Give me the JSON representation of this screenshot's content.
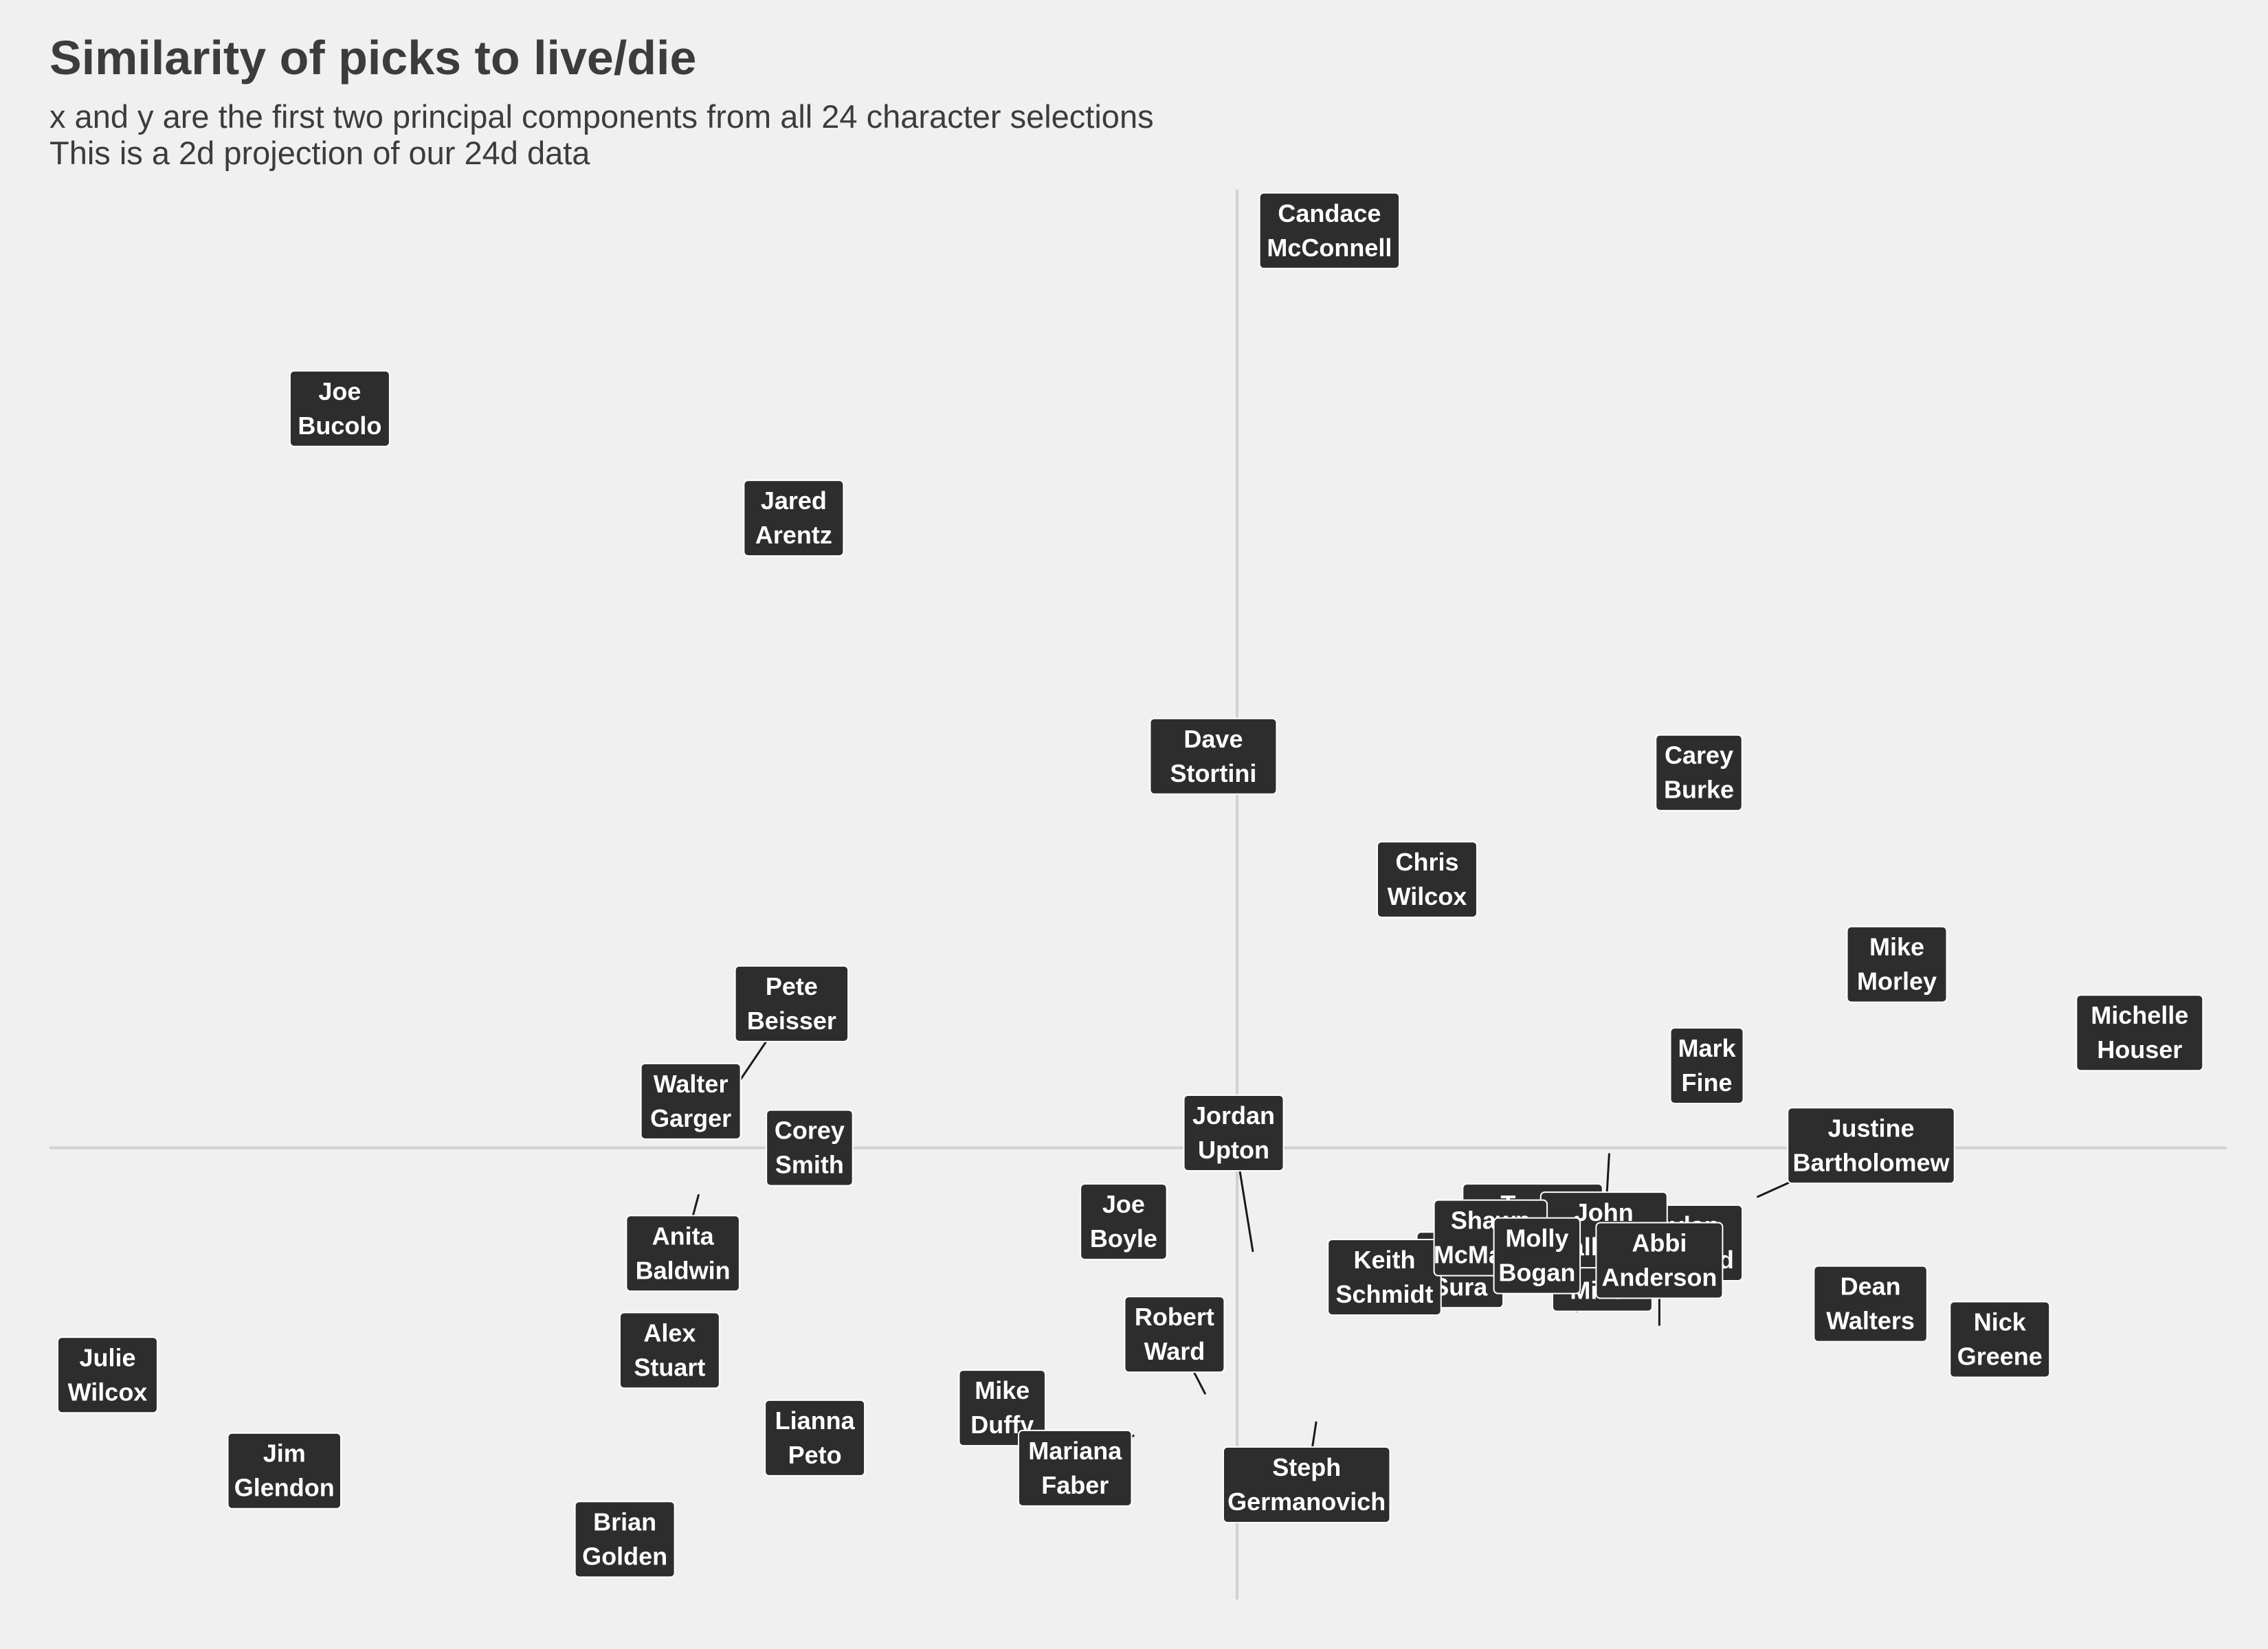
{
  "title": "Similarity of picks to live/die",
  "subtitle": [
    "x and y are the first two principal components from all 24 character selections",
    "This is a 2d projection of our 24d data"
  ],
  "colors": {
    "background": "#f0f0f0",
    "label_fill": "#2d2d2d",
    "label_text": "#ffffff",
    "zero_lines": "#d2d2d2"
  },
  "chart_data": {
    "type": "scatter",
    "title": "Similarity of picks to live/die",
    "xlabel": "",
    "ylabel": "",
    "xlim": [
      -4.5,
      3.75
    ],
    "ylim": [
      -1.65,
      3.5
    ],
    "zero_lines": true,
    "grid": false,
    "points": [
      {
        "name": "Candace McConnell",
        "x": 0.35,
        "y": 3.35
      },
      {
        "name": "Joe Bucolo",
        "x": -3.4,
        "y": 2.7
      },
      {
        "name": "Jared Arentz",
        "x": -1.68,
        "y": 2.3
      },
      {
        "name": "Dave Stortini",
        "x": -0.09,
        "y": 1.43
      },
      {
        "name": "Carey Burke",
        "x": 1.75,
        "y": 1.37
      },
      {
        "name": "Chris Wilcox",
        "x": 0.72,
        "y": 0.98
      },
      {
        "name": "Mike Morley",
        "x": 2.5,
        "y": 0.67
      },
      {
        "name": "Michelle Houser",
        "x": 3.42,
        "y": 0.42
      },
      {
        "name": "Mark Fine",
        "x": 1.78,
        "y": 0.3
      },
      {
        "name": "Pete Beisser",
        "x": -1.93,
        "y": 0.18
      },
      {
        "name": "Walter Garger",
        "x": -2.07,
        "y": 0.17
      },
      {
        "name": "Corey Smith",
        "x": -1.62,
        "y": 0.0
      },
      {
        "name": "Jordan Upton",
        "x": 0.06,
        "y": -0.38
      },
      {
        "name": "Brian Miller",
        "x": 1.41,
        "y": -0.02
      },
      {
        "name": "Silpa Sura",
        "x": 0.98,
        "y": -0.19
      },
      {
        "name": "Justine Bartholomew",
        "x": 1.97,
        "y": -0.18
      },
      {
        "name": "Joe Boyle",
        "x": -0.43,
        "y": -0.27
      },
      {
        "name": "Anita Baldwin",
        "x": -2.04,
        "y": -0.17
      },
      {
        "name": "Dylan Seybold",
        "x": 1.7,
        "y": -0.36
      },
      {
        "name": "Keith Schmidt",
        "x": 0.72,
        "y": -0.38
      },
      {
        "name": "Taras Nabuhtony",
        "x": 1.12,
        "y": -0.27
      },
      {
        "name": "John Callahan",
        "x": 1.39,
        "y": -0.3
      },
      {
        "name": "Dean Walters",
        "x": 2.4,
        "y": -0.57
      },
      {
        "name": "Nick Greene",
        "x": 2.89,
        "y": -0.7
      },
      {
        "name": "Julie Wilcox",
        "x": -4.28,
        "y": -0.83
      },
      {
        "name": "Alex Stuart",
        "x": -2.15,
        "y": -0.74
      },
      {
        "name": "Robert Ward",
        "x": -0.12,
        "y": -0.9
      },
      {
        "name": "Shawn McMahon",
        "x": 0.76,
        "y": -0.58
      },
      {
        "name": "Molly Bogan",
        "x": 1.29,
        "y": -0.6
      },
      {
        "name": "Abbi Anderson",
        "x": 1.6,
        "y": -0.65
      },
      {
        "name": "Mike Duffy",
        "x": -0.89,
        "y": -0.95
      },
      {
        "name": "Lianna Peto",
        "x": -1.6,
        "y": -1.06
      },
      {
        "name": "Mariana Faber",
        "x": -0.39,
        "y": -1.05
      },
      {
        "name": "Steph Germanovich",
        "x": 0.3,
        "y": -1.0
      },
      {
        "name": "Jim Glendon",
        "x": -3.61,
        "y": -1.18
      },
      {
        "name": "Brian Golden",
        "x": -2.32,
        "y": -1.43
      }
    ]
  }
}
